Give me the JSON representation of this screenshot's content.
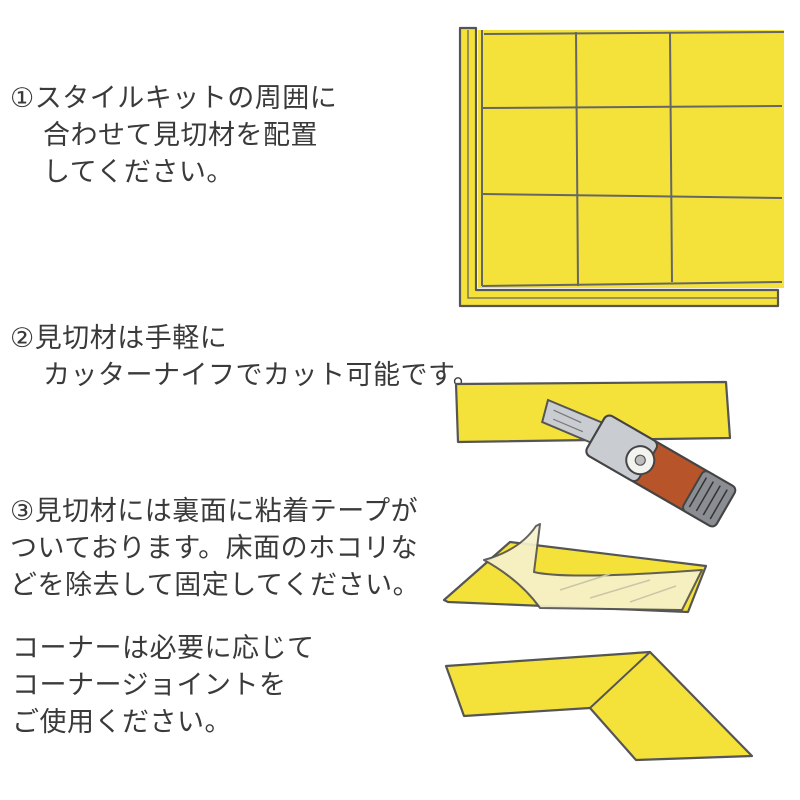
{
  "steps": [
    {
      "marker": "①",
      "lines": [
        "スタイルキットの周囲に",
        "合わせて見切材を配置",
        "してください。"
      ]
    },
    {
      "marker": "②",
      "lines": [
        "見切材は手軽に",
        "カッターナイフでカット可能です。"
      ]
    },
    {
      "marker": "③",
      "lines": [
        "見切材には裏面に粘着テープが",
        "ついております。床面のホコリな",
        "どを除去して固定してください。"
      ]
    }
  ],
  "note": {
    "lines": [
      "コーナーは必要に応じて",
      "コーナージョイントを",
      "ご使用ください。"
    ]
  },
  "colors": {
    "yellow": "#f4e23a",
    "outline": "#555555",
    "film": "#f7f2cc",
    "cutter_handle": "#b8542a",
    "blade": "#c9ccd1"
  },
  "icons": [
    "tile-kit-illustration",
    "cutter-knife-icon",
    "adhesive-tape-illustration",
    "corner-joint-illustration"
  ]
}
